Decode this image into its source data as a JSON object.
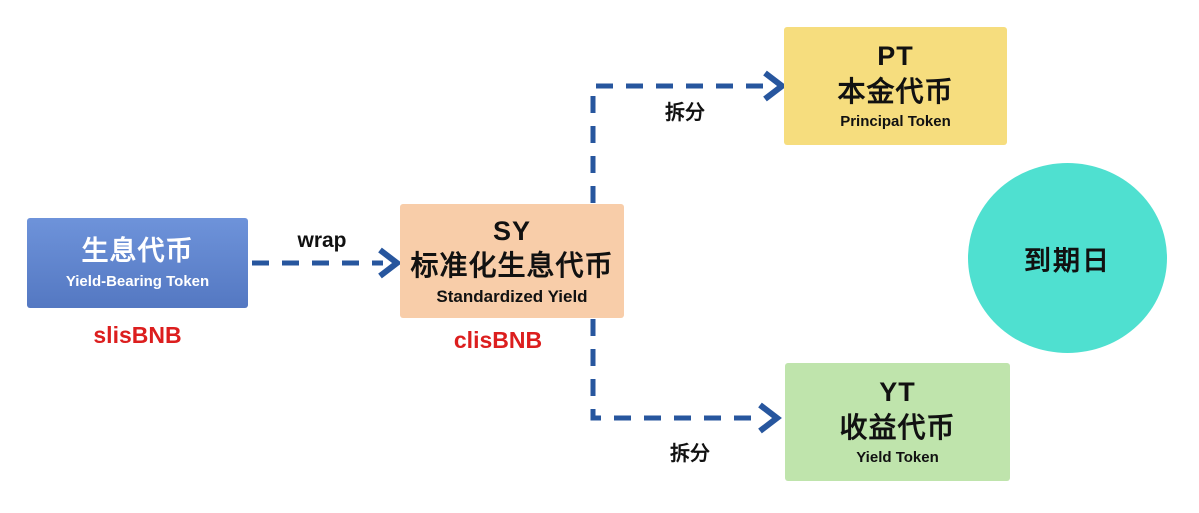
{
  "diagram": {
    "title_hint": "Yield tokenization flow (slisBNB / clisBNB)",
    "background": "#ffffff",
    "accent_red": "#DC1E1E",
    "arrow_color": "#27569E",
    "nodes": {
      "yield_bearing": {
        "title": "生息代币",
        "subtitle": "Yield-Bearing Token",
        "tag": "slisBNB",
        "bg": "#6489CF",
        "text_color": "#ffffff"
      },
      "sy": {
        "title": "SY",
        "title_zh": "标准化生息代币",
        "subtitle": "Standardized Yield",
        "tag": "clisBNB",
        "bg": "#F8CDA9",
        "text_color": "#111111"
      },
      "pt": {
        "title": "PT",
        "title_zh": "本金代币",
        "subtitle": "Principal Token",
        "bg": "#F6DD7E",
        "text_color": "#111111"
      },
      "yt": {
        "title": "YT",
        "title_zh": "收益代币",
        "subtitle": "Yield Token",
        "bg": "#BFE4AC",
        "text_color": "#111111"
      },
      "maturity": {
        "label": "到期日",
        "bg": "#4FE0D0",
        "shape": "circle"
      }
    },
    "edges": {
      "wrap": {
        "label": "wrap",
        "from": "yield_bearing",
        "to": "sy",
        "style": "dashed"
      },
      "split_top": {
        "label": "拆分",
        "from": "sy",
        "to": "pt",
        "style": "dashed"
      },
      "split_bottom": {
        "label": "拆分",
        "from": "sy",
        "to": "yt",
        "style": "dashed"
      }
    }
  }
}
